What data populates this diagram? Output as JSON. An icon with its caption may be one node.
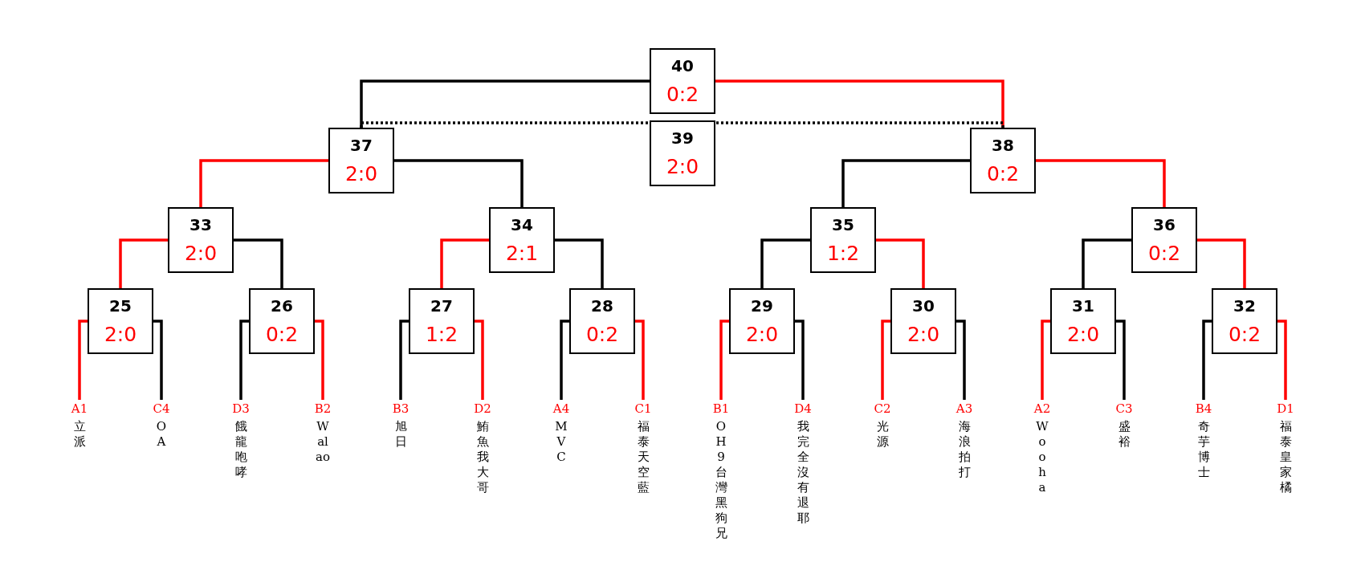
{
  "diagram": {
    "nodes": [
      {
        "text": [
          "40",
          "0:2"
        ]
      },
      {
        "text": [
          "37",
          "2:0"
        ]
      },
      {
        "text": [
          "39",
          "2:0"
        ]
      },
      {
        "text": [
          "38",
          "0:2"
        ]
      },
      {
        "text": [
          "33",
          "2:0"
        ]
      },
      {
        "text": [
          "34",
          "2:1"
        ]
      },
      {
        "text": [
          "35",
          "1:2"
        ]
      },
      {
        "text": [
          "36",
          "0:2"
        ]
      },
      {
        "text": [
          "25",
          "2:0"
        ]
      },
      {
        "text": [
          "26",
          "0:2"
        ]
      },
      {
        "text": [
          "27",
          "1:2"
        ]
      },
      {
        "text": [
          "28",
          "0:2"
        ]
      },
      {
        "text": [
          "29",
          "2:0"
        ]
      },
      {
        "text": [
          "30",
          "2:0"
        ]
      },
      {
        "text": [
          "31",
          "2:0"
        ]
      },
      {
        "text": [
          "32",
          "0:2"
        ]
      },
      {
        "text": [
          "A1",
          "立派"
        ]
      },
      {
        "text": [
          "C4",
          "OA"
        ]
      },
      {
        "text": [
          "D3",
          "餓龍咆哮"
        ]
      },
      {
        "text": [
          "B2",
          "Walao"
        ]
      },
      {
        "text": [
          "B3",
          "旭日"
        ]
      },
      {
        "text": [
          "D2",
          "鮪魚我大哥"
        ]
      },
      {
        "text": [
          "A4",
          "MVC"
        ]
      },
      {
        "text": [
          "C1",
          "福泰天空藍"
        ]
      },
      {
        "text": [
          "B1",
          "OH9台灣黑狗兄"
        ]
      },
      {
        "text": [
          "D4",
          "我完全沒有退耶"
        ]
      },
      {
        "text": [
          "C2",
          "光源"
        ]
      },
      {
        "text": [
          "A3",
          "海浪拍打"
        ]
      },
      {
        "text": [
          "A2",
          "Wooha"
        ]
      },
      {
        "text": [
          "C3",
          "盛裕"
        ]
      },
      {
        "text": [
          "B4",
          "奇芋博士"
        ]
      },
      {
        "text": [
          "D1",
          "福泰皇家橘"
        ]
      }
    ],
    "edges": [
      {
        "from": 16,
        "to": 8,
        "arrow": "none",
        "color": "#ff0000"
      },
      {
        "from": 17,
        "to": 8,
        "arrow": "none"
      },
      {
        "from": 18,
        "to": 9,
        "arrow": "none"
      },
      {
        "from": 19,
        "to": 9,
        "arrow": "none",
        "color": "#ff0000"
      },
      {
        "from": 20,
        "to": 10,
        "arrow": "none"
      },
      {
        "from": 21,
        "to": 10,
        "arrow": "none",
        "color": "#ff0000"
      },
      {
        "from": 22,
        "to": 11,
        "arrow": "none"
      },
      {
        "from": 23,
        "to": 11,
        "arrow": "none",
        "color": "#ff0000"
      },
      {
        "from": 24,
        "to": 12,
        "arrow": "none",
        "color": "#ff0000"
      },
      {
        "from": 25,
        "to": 12,
        "arrow": "none"
      },
      {
        "from": 26,
        "to": 13,
        "arrow": "none",
        "color": "#ff0000"
      },
      {
        "from": 27,
        "to": 13,
        "arrow": "none"
      },
      {
        "from": 28,
        "to": 14,
        "arrow": "none",
        "color": "#ff0000"
      },
      {
        "from": 29,
        "to": 14,
        "arrow": "none"
      },
      {
        "from": 30,
        "to": 15,
        "arrow": "none"
      },
      {
        "from": 31,
        "to": 15,
        "arrow": "none",
        "color": "#ff0000"
      },
      {
        "from": 8,
        "to": 4,
        "arrow": "none",
        "color": "#ff0000"
      },
      {
        "from": 9,
        "to": 4,
        "arrow": "none"
      },
      {
        "from": 10,
        "to": 5,
        "arrow": "none",
        "color": "#ff0000"
      },
      {
        "from": 11,
        "to": 5,
        "arrow": "none"
      },
      {
        "from": 12,
        "to": 6,
        "arrow": "none"
      },
      {
        "from": 13,
        "to": 6,
        "arrow": "none",
        "color": "#ff0000"
      },
      {
        "from": 14,
        "to": 7,
        "arrow": "none"
      },
      {
        "from": 15,
        "to": 7,
        "arrow": "none",
        "color": "#ff0000"
      },
      {
        "from": 4,
        "to": 1,
        "arrow": "none",
        "color": "#ff0000"
      },
      {
        "from": 5,
        "to": 1,
        "arrow": "none"
      },
      {
        "from": 6,
        "to": 3,
        "arrow": "none"
      },
      {
        "from": 7,
        "to": 3,
        "arrow": "none",
        "color": "#ff0000"
      },
      {
        "from": 1,
        "to": 0,
        "arrow": "none"
      },
      {
        "from": 3,
        "to": 0,
        "arrow": "none",
        "color": "#ff0000"
      },
      {
        "from": 1,
        "to": 2,
        "arrow": "none",
        "style": "dashed"
      },
      {
        "from": 3,
        "to": 2,
        "arrow": "none",
        "style": "dashed"
      }
    ]
  }
}
